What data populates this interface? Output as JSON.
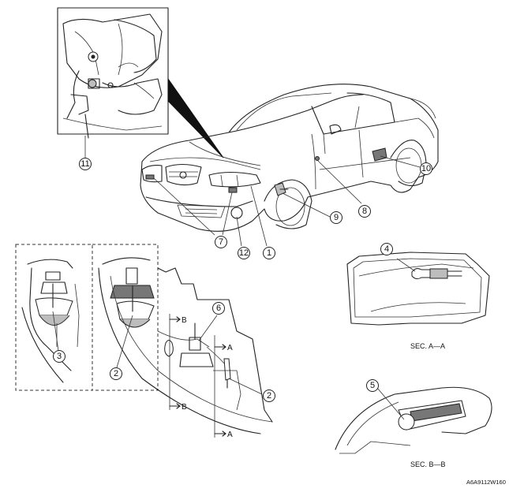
{
  "callouts": {
    "c1": "1",
    "c2a": "2",
    "c2b": "2",
    "c3": "3",
    "c4": "4",
    "c5": "5",
    "c6": "6",
    "c7": "7",
    "c8": "8",
    "c9": "9",
    "c10": "10",
    "c11": "11",
    "c12": "12"
  },
  "section_marks": {
    "b_top": "B",
    "b_bottom": "B",
    "a_top": "A",
    "a_bottom": "A"
  },
  "section_labels": {
    "aa": "SEC. A—A",
    "bb": "SEC. B—B"
  },
  "drawing_code": "A6A9112W160"
}
